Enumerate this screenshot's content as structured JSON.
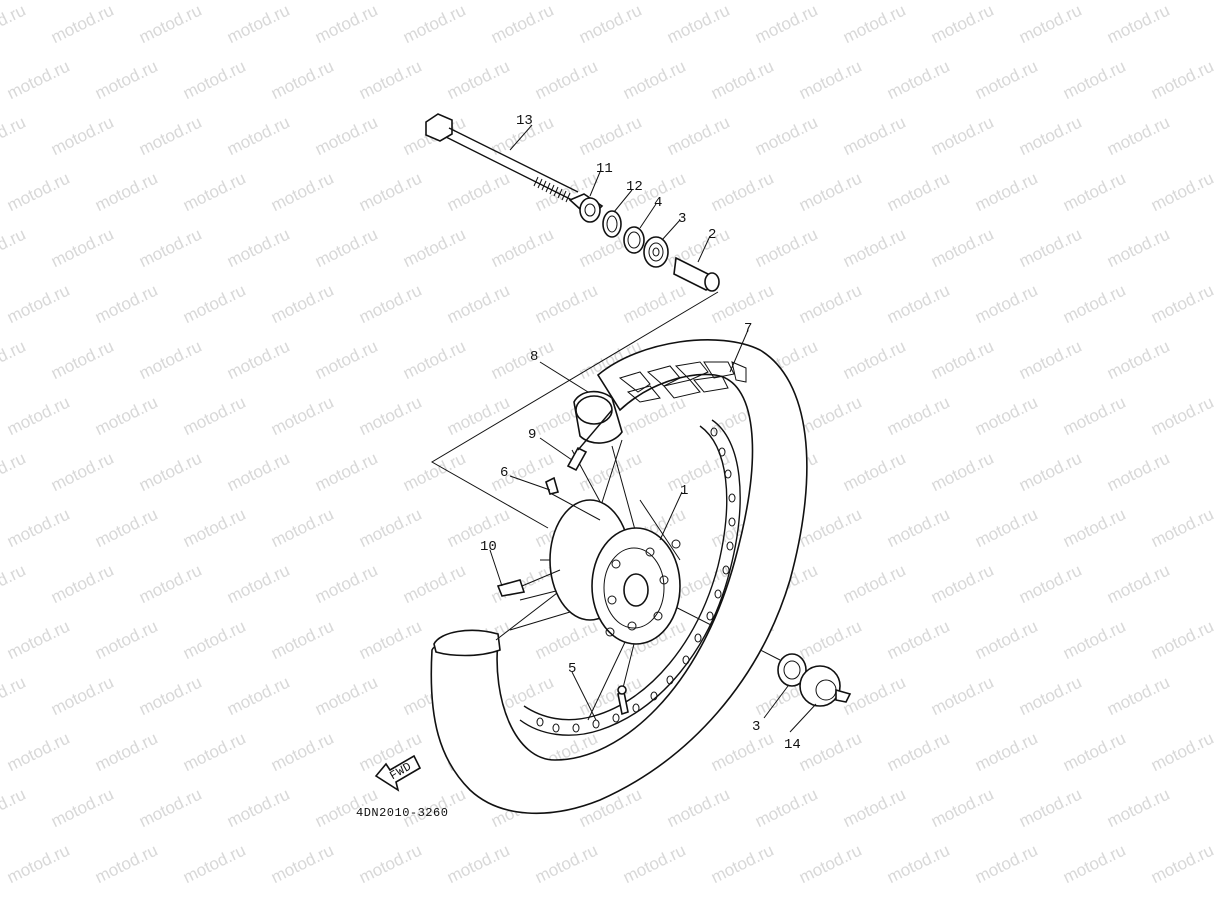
{
  "watermark": {
    "text": "motod.ru",
    "color": "#d8d8d8"
  },
  "diagram": {
    "code": "4DN2010-3260",
    "fwd_label": "FWD",
    "callouts": [
      "1",
      "2",
      "3",
      "3",
      "4",
      "5",
      "6",
      "7",
      "8",
      "9",
      "10",
      "11",
      "12",
      "13",
      "14"
    ]
  }
}
